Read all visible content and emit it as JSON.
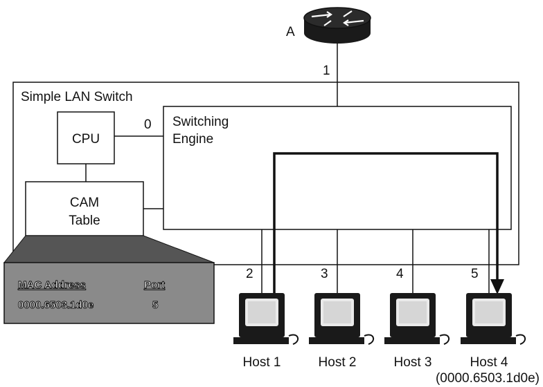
{
  "router": {
    "label": "A"
  },
  "ports": {
    "p0": "0",
    "p1": "1",
    "p2": "2",
    "p3": "3",
    "p4": "4",
    "p5": "5"
  },
  "switch": {
    "title": "Simple LAN Switch"
  },
  "cpu": {
    "label": "CPU"
  },
  "cam": {
    "line1": "CAM",
    "line2": "Table"
  },
  "engine": {
    "line1": "Switching",
    "line2": "Engine"
  },
  "cam_table": {
    "headers": [
      "MAC Address",
      "Port"
    ],
    "rows": [
      {
        "mac": "0000.6503.1d0e",
        "port": "5"
      }
    ]
  },
  "hosts": [
    {
      "label": "Host 1"
    },
    {
      "label": "Host 2"
    },
    {
      "label": "Host 3"
    },
    {
      "label": "Host 4"
    }
  ],
  "host4_mac": "(0000.6503.1d0e)",
  "colors": {
    "line": "#111111",
    "table_fill": "#8a8a8a",
    "monitor": "#1a1a1a"
  }
}
